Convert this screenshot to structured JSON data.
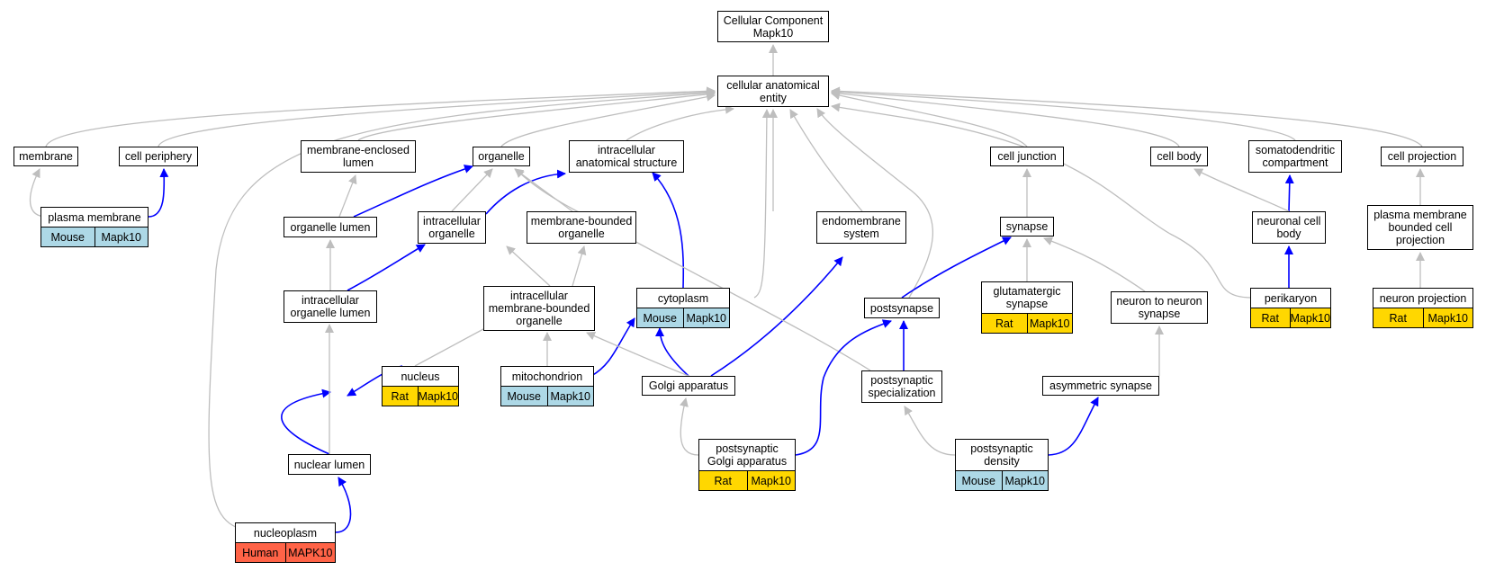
{
  "colors": {
    "mouse": "#ADD8E6",
    "rat": "#FFD700",
    "human": "#FF6347",
    "edge_gray": "#BEBEBE",
    "edge_blue": "#0000FF"
  },
  "nodes": {
    "root": "Cellular Component\nMapk10",
    "cae": "cellular anatomical\nentity",
    "membrane": "membrane",
    "cellperiph": "cell periphery",
    "mel": "membrane-enclosed\nlumen",
    "organelle": "organelle",
    "ias": "intracellular\nanatomical structure",
    "celljunction": "cell junction",
    "cellbody": "cell body",
    "somato": "somatodendritic\ncompartment",
    "cellproj": "cell projection",
    "pm": "plasma membrane",
    "orglumen": "organelle lumen",
    "intorg": "intracellular\norganelle",
    "mbo": "membrane-bounded\norganelle",
    "endo": "endomembrane\nsystem",
    "synapse": "synapse",
    "ncb": "neuronal cell\nbody",
    "pmbcp": "plasma membrane\nbounded cell\nprojection",
    "iol": "intracellular\norganelle lumen",
    "imbo": "intracellular\nmembrane-bounded\norganelle",
    "cytoplasm": "cytoplasm",
    "postsynapse": "postsynapse",
    "glut": "glutamatergic\nsynapse",
    "n2n": "neuron to neuron\nsynapse",
    "perikaryon": "perikaryon",
    "nproj": "neuron projection",
    "nucleus": "nucleus",
    "mito": "mitochondrion",
    "golgi": "Golgi apparatus",
    "pss": "postsynaptic\nspecialization",
    "asym": "asymmetric synapse",
    "nuclumen": "nuclear lumen",
    "psgolgi": "postsynaptic\nGolgi apparatus",
    "psd": "postsynaptic\ndensity",
    "nucleoplasm": "nucleoplasm"
  },
  "annotations": {
    "pm": [
      "Mouse",
      "Mapk10"
    ],
    "cytoplasm": [
      "Mouse",
      "Mapk10"
    ],
    "glut": [
      "Rat",
      "Mapk10"
    ],
    "perikaryon": [
      "Rat",
      "Mapk10"
    ],
    "nproj": [
      "Rat",
      "Mapk10"
    ],
    "nucleus": [
      "Rat",
      "Mapk10"
    ],
    "mito": [
      "Mouse",
      "Mapk10"
    ],
    "psgolgi": [
      "Rat",
      "Mapk10"
    ],
    "psd": [
      "Mouse",
      "Mapk10"
    ],
    "nucleoplasm": [
      "Human",
      "MAPK10"
    ]
  }
}
